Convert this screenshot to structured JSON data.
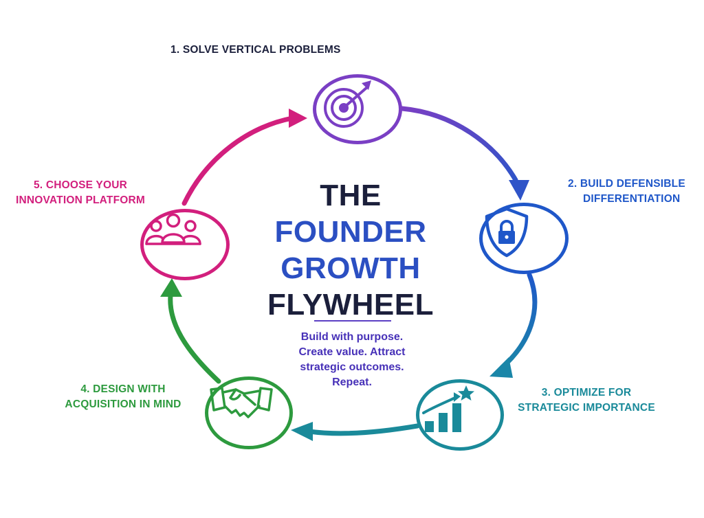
{
  "title": {
    "line1": "THE",
    "line2": "FOUNDER",
    "line3": "GROWTH",
    "line4": "FLYWHEEL"
  },
  "tagline": {
    "line1": "Build with purpose.",
    "line2": "Create value. Attract",
    "line3": "strategic outcomes.",
    "line4": "Repeat."
  },
  "steps": [
    {
      "line1": "1. SOLVE VERTICAL PROBLEMS",
      "line2": "",
      "color": "#7a3fc4",
      "icon": "target-arrow-icon"
    },
    {
      "line1": "2. BUILD DEFENSIBLE",
      "line2": "DIFFERENTIATION",
      "color": "#1f57c9",
      "icon": "shield-lock-icon"
    },
    {
      "line1": "3. OPTIMIZE FOR",
      "line2": "STRATEGIC IMPORTANCE",
      "color": "#1a8a9a",
      "icon": "growth-chart-star-icon"
    },
    {
      "line1": "4.  DESIGN WITH",
      "line2": "ACQUISITION IN MIND",
      "color": "#2d9a3e",
      "icon": "handshake-icon"
    },
    {
      "line1": "5. CHOOSE YOUR",
      "line2": "INNOVATION PLATFORM",
      "color": "#d21f7d",
      "icon": "team-people-icon"
    }
  ],
  "colors": {
    "title_dark": "#1b1f3b",
    "title_blue": "#2b4fc2",
    "tagline": "#4731b8"
  }
}
